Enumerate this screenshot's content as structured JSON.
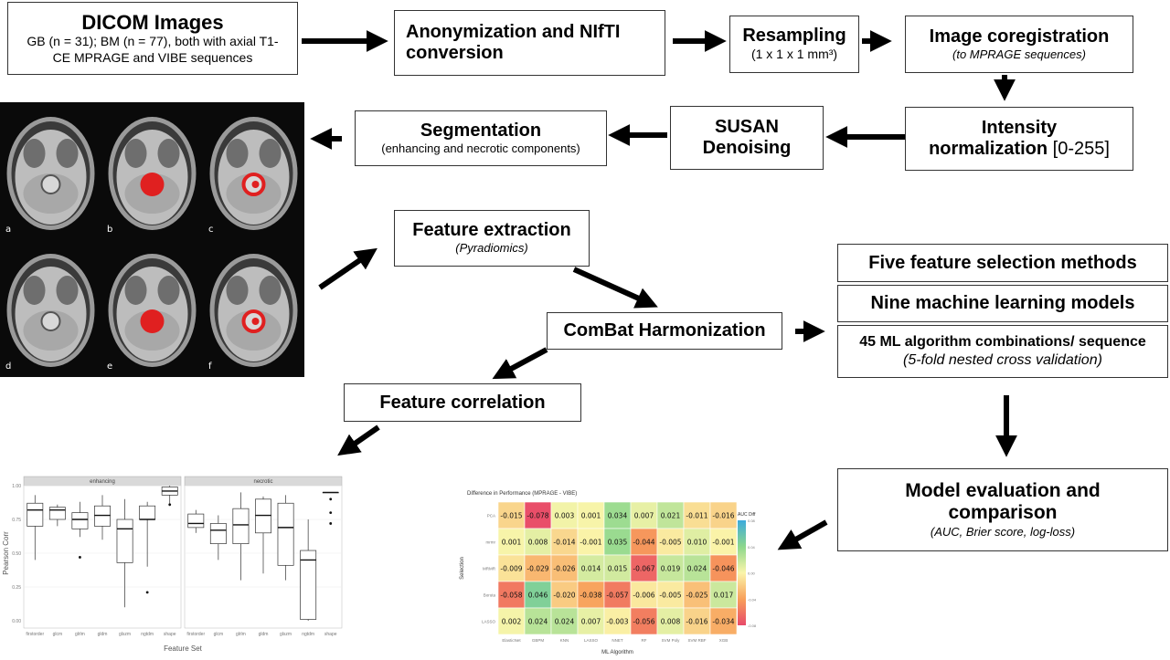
{
  "boxes": {
    "dicom": {
      "title": "DICOM Images",
      "sub1": "GB (n = 31); BM (n = 77), both with axial T1-",
      "sub2": "CE MPRAGE and VIBE sequences"
    },
    "anon": {
      "title": "Anonymization and NIfTI conversion"
    },
    "resampling": {
      "title": "Resampling",
      "sub": "(1 x 1 x 1 mm³)"
    },
    "coreg": {
      "title": "Image coregistration",
      "sub": "(to MPRAGE sequences)"
    },
    "intensity": {
      "title1": "Intensity",
      "title2": "normalization",
      "range": "[0-255]"
    },
    "susan": {
      "title1": "SUSAN",
      "title2": "Denoising"
    },
    "segmentation": {
      "title": "Segmentation",
      "sub": "(enhancing and necrotic components)"
    },
    "feature_extraction": {
      "title": "Feature extraction",
      "sub": "(Pyradiomics)"
    },
    "combat": {
      "title": "ComBat Harmonization"
    },
    "feature_correlation": {
      "title": "Feature correlation"
    },
    "five": {
      "title": "Five feature selection methods"
    },
    "nine": {
      "title": "Nine machine learning models"
    },
    "combos": {
      "title": "45 ML algorithm combinations/ sequence",
      "sub": "(5-fold nested cross validation)"
    },
    "model_eval": {
      "title1": "Model evaluation and",
      "title2": "comparison",
      "sub": "(AUC, Brier score, log-loss)"
    }
  },
  "mri": {
    "labels": [
      "a",
      "b",
      "c",
      "d",
      "e",
      "f"
    ]
  },
  "boxplot": {
    "ylabel": "Pearson Corr",
    "xlabel": "Feature Set",
    "yticks": [
      "1.00",
      "0.75",
      "0.50",
      "0.25",
      "0.00"
    ],
    "facets": [
      {
        "name": "enhancing",
        "categories": [
          "firstorder",
          "glcm",
          "glrlm",
          "gldm",
          "glszm",
          "ngtdm",
          "shape"
        ],
        "stats": [
          [
            0.45,
            0.7,
            0.82,
            0.87,
            0.93
          ],
          [
            0.7,
            0.75,
            0.82,
            0.84,
            0.86
          ],
          [
            0.62,
            0.68,
            0.75,
            0.8,
            0.88
          ],
          [
            0.6,
            0.7,
            0.78,
            0.85,
            0.93
          ],
          [
            0.1,
            0.43,
            0.68,
            0.75,
            0.9
          ],
          [
            0.4,
            0.75,
            0.75,
            0.85,
            0.88
          ],
          [
            0.85,
            0.93,
            0.96,
            0.99,
            1.0
          ]
        ],
        "outliers": [
          [],
          [],
          [
            0.47
          ],
          [],
          [],
          [
            0.21
          ],
          [
            0.86
          ]
        ]
      },
      {
        "name": "necrotic",
        "categories": [
          "firstorder",
          "glcm",
          "glrlm",
          "gldm",
          "glszm",
          "ngtdm",
          "shape"
        ],
        "stats": [
          [
            0.65,
            0.69,
            0.72,
            0.79,
            0.82
          ],
          [
            0.45,
            0.57,
            0.67,
            0.72,
            0.78
          ],
          [
            0.3,
            0.57,
            0.71,
            0.83,
            0.95
          ],
          [
            0.35,
            0.65,
            0.78,
            0.9,
            0.92
          ],
          [
            0.3,
            0.41,
            0.69,
            0.87,
            0.93
          ],
          [
            0.0,
            0.01,
            0.45,
            0.52,
            0.75
          ],
          [
            0.95,
            0.95,
            0.95,
            0.95,
            0.95
          ]
        ],
        "outliers": [
          [],
          [],
          [],
          [],
          [],
          [],
          [
            0.9,
            0.8,
            0.72
          ]
        ]
      }
    ]
  },
  "heatmap": {
    "title": "Difference in Performance (MPRAGE - VIBE)",
    "ylabel": "Selection",
    "xlabel": "ML Algorithm",
    "legend_title": "AUC Diff",
    "legend_ticks": [
      "0.08",
      "0.04",
      "0.00",
      "-0.04",
      "-0.08"
    ],
    "rows": [
      "PCA",
      "mrmr",
      "MRMR",
      "Boruta",
      "LASSO"
    ],
    "cols": [
      "ElasticNet",
      "GBPM",
      "KNN",
      "LASSO",
      "NNET",
      "RF",
      "SVM Poly",
      "SVM RBF",
      "XGB"
    ],
    "values": [
      [
        "-0.015",
        "-0.078",
        "0.003",
        "0.001",
        "0.034",
        "0.007",
        "0.021",
        "-0.011",
        "-0.016"
      ],
      [
        "0.001",
        "0.008",
        "-0.014",
        "-0.001",
        "0.035",
        "-0.044",
        "-0.005",
        "0.010",
        "-0.001"
      ],
      [
        "-0.009",
        "-0.029",
        "-0.026",
        "0.014",
        "0.015",
        "-0.067",
        "0.019",
        "0.024",
        "-0.046"
      ],
      [
        "-0.058",
        "0.046",
        "-0.020",
        "-0.038",
        "-0.057",
        "-0.006",
        "-0.005",
        "-0.025",
        "0.017"
      ],
      [
        "0.002",
        "0.024",
        "0.024",
        "0.007",
        "-0.003",
        "-0.056",
        "0.008",
        "-0.016",
        "-0.034"
      ]
    ]
  },
  "colors": {
    "arrow": "#000000",
    "tumor": "#e02020"
  }
}
